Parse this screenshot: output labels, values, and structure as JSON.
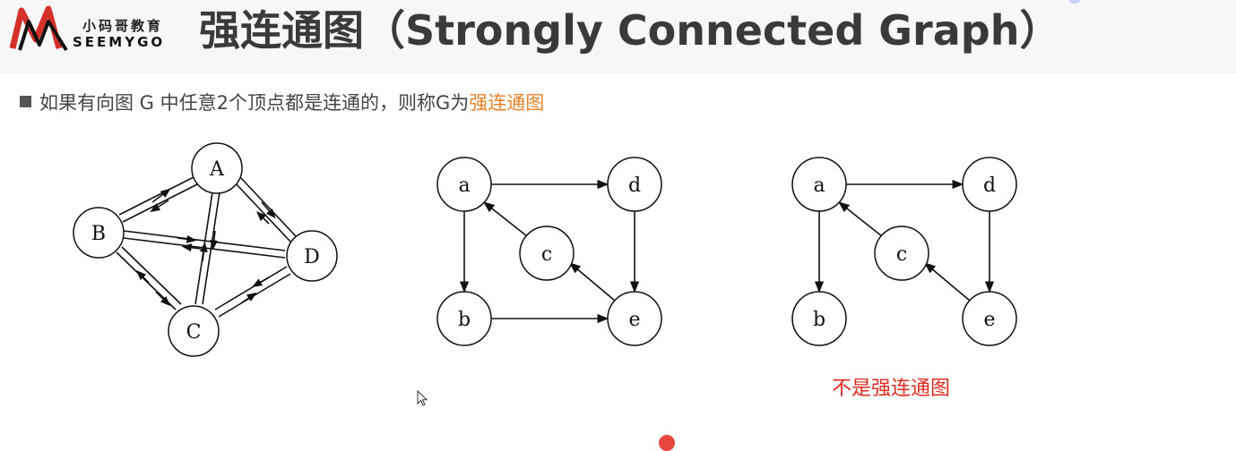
{
  "header": {
    "logo": {
      "cn_text": "小码哥教育",
      "en_text": "SEEMYGO",
      "primary_color": "#d6302a",
      "secondary_color": "#111111"
    },
    "title": "强连通图（Strongly Connected Graph）"
  },
  "definition": {
    "prefix": "如果有向图 G 中任意2个顶点都是连通的，则称G为",
    "highlight": "强连通图",
    "highlight_color": "#e8822a"
  },
  "figures": [
    {
      "nodes": [
        "A",
        "B",
        "C",
        "D"
      ],
      "edges": [
        [
          "A",
          "B"
        ],
        [
          "B",
          "A"
        ],
        [
          "A",
          "D"
        ],
        [
          "D",
          "A"
        ],
        [
          "B",
          "C"
        ],
        [
          "C",
          "B"
        ],
        [
          "C",
          "D"
        ],
        [
          "D",
          "C"
        ],
        [
          "A",
          "C"
        ],
        [
          "C",
          "A"
        ],
        [
          "B",
          "D"
        ],
        [
          "D",
          "B"
        ]
      ]
    },
    {
      "nodes": [
        "a",
        "b",
        "c",
        "d",
        "e"
      ],
      "edges": [
        [
          "a",
          "d"
        ],
        [
          "a",
          "b"
        ],
        [
          "d",
          "e"
        ],
        [
          "b",
          "e"
        ],
        [
          "e",
          "c"
        ],
        [
          "c",
          "a"
        ]
      ]
    },
    {
      "nodes": [
        "a",
        "b",
        "c",
        "d",
        "e"
      ],
      "edges": [
        [
          "a",
          "d"
        ],
        [
          "a",
          "b"
        ],
        [
          "d",
          "e"
        ],
        [
          "e",
          "c"
        ],
        [
          "c",
          "a"
        ]
      ],
      "caption": "不是强连通图",
      "caption_color": "#e02c20"
    }
  ]
}
